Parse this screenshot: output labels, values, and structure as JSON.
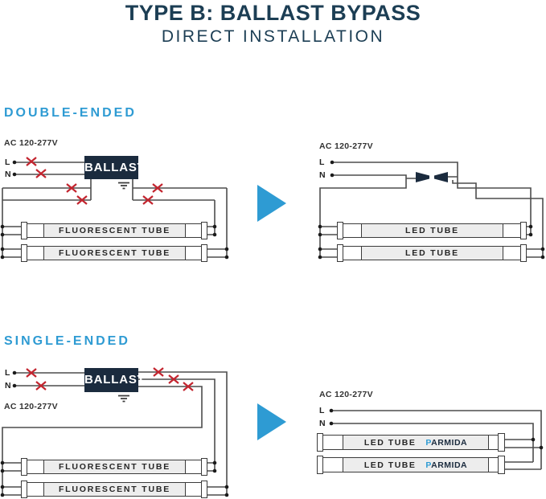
{
  "title": "TYPE B: BALLAST BYPASS",
  "subtitle": "DIRECT INSTALLATION",
  "colors": {
    "accent_blue": "#2e9bd3",
    "heading_navy": "#1c3e54",
    "ballast_navy": "#1b2b3e",
    "wire_gray": "#4d4d4d",
    "cut_red": "#c3242e",
    "tube_label_bg": "#ededed"
  },
  "sections": {
    "double_ended": {
      "label": "DOUBLE-ENDED",
      "before": {
        "voltage": "AC 120-277V",
        "line": "L",
        "neutral": "N",
        "ballast": "BALLAST",
        "tube1": "FLUORESCENT TUBE",
        "tube2": "FLUORESCENT TUBE"
      },
      "after": {
        "voltage": "AC 120-277V",
        "line": "L",
        "neutral": "N",
        "tube1": "LED TUBE",
        "tube2": "LED TUBE"
      }
    },
    "single_ended": {
      "label": "SINGLE-ENDED",
      "before": {
        "voltage": "AC 120-277V",
        "line": "L",
        "neutral": "N",
        "ballast": "BALLAST",
        "tube1": "FLUORESCENT TUBE",
        "tube2": "FLUORESCENT TUBE"
      },
      "after": {
        "voltage": "AC 120-277V",
        "line": "L",
        "neutral": "N",
        "tube1": "LED TUBE",
        "tube2": "LED TUBE",
        "brand": "PARMIDA"
      }
    }
  }
}
